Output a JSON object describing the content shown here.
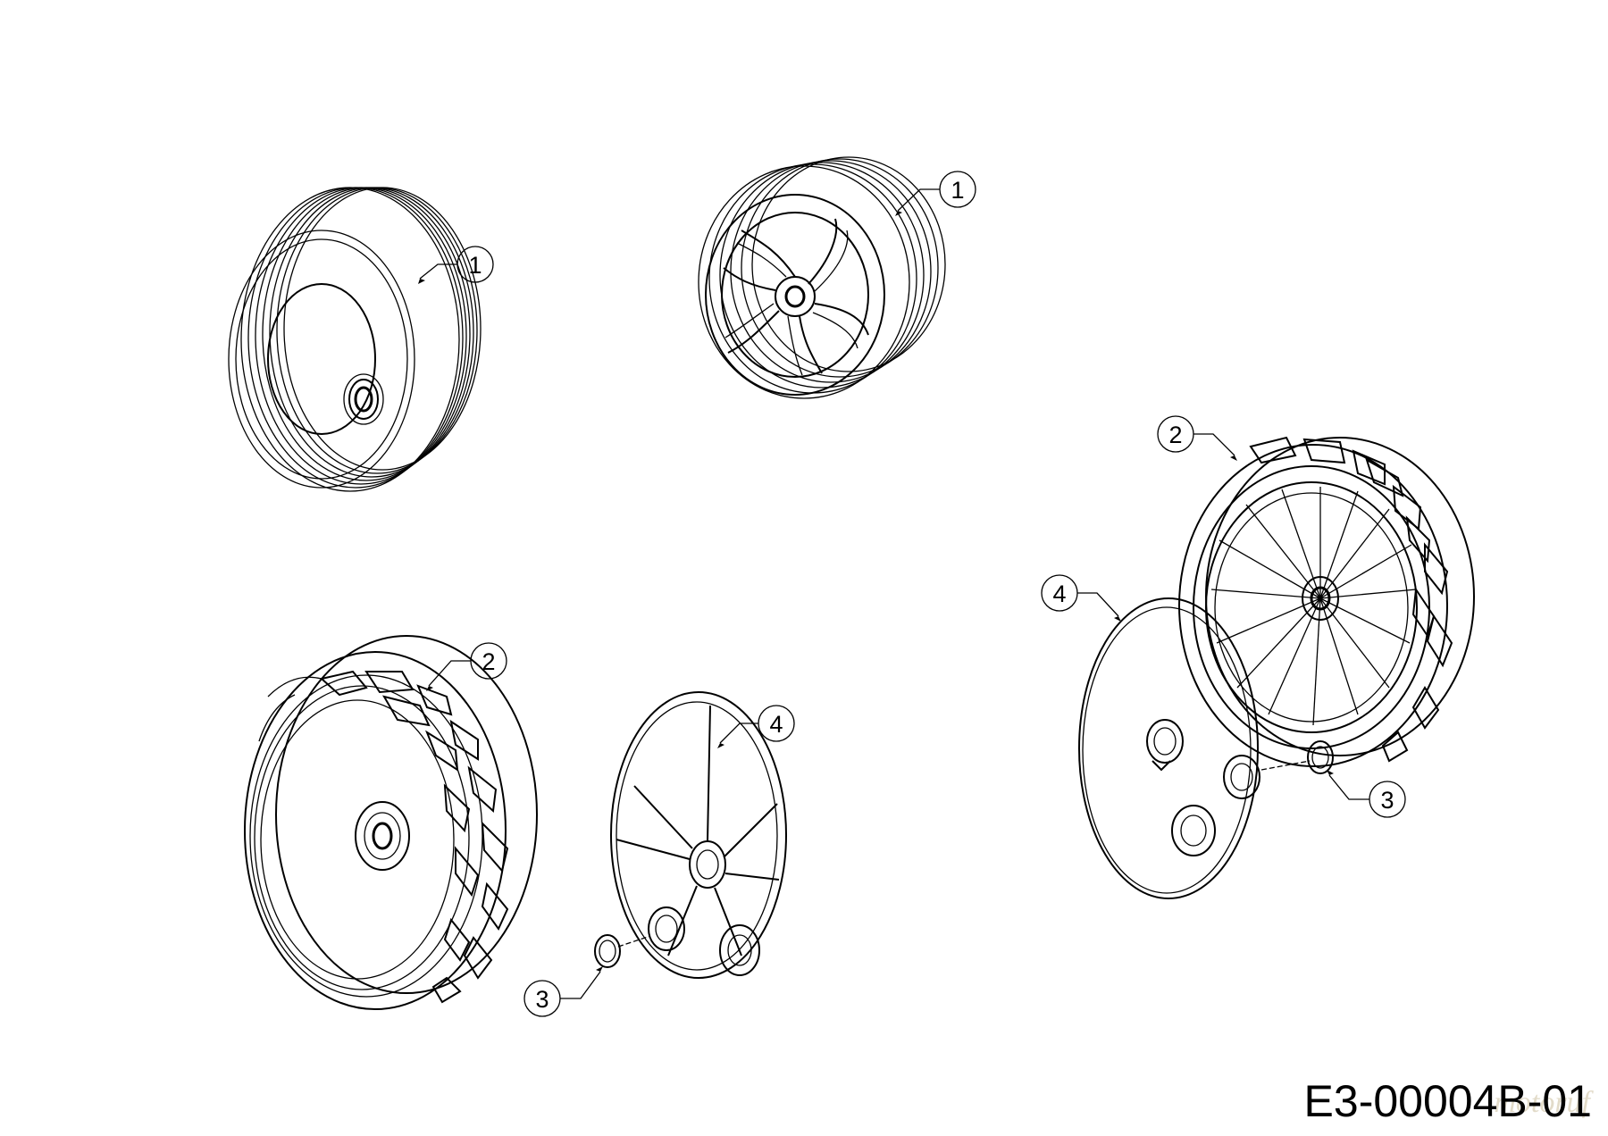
{
  "diagram": {
    "callouts": [
      {
        "id": "c-1a",
        "label": "1"
      },
      {
        "id": "c-1b",
        "label": "1"
      },
      {
        "id": "c-2a",
        "label": "2"
      },
      {
        "id": "c-2b",
        "label": "2"
      },
      {
        "id": "c-3a",
        "label": "3"
      },
      {
        "id": "c-3b",
        "label": "3"
      },
      {
        "id": "c-4a",
        "label": "4"
      },
      {
        "id": "c-4b",
        "label": "4"
      }
    ],
    "drawing_number": "E3-00004B-01",
    "watermark": "motoruf"
  }
}
